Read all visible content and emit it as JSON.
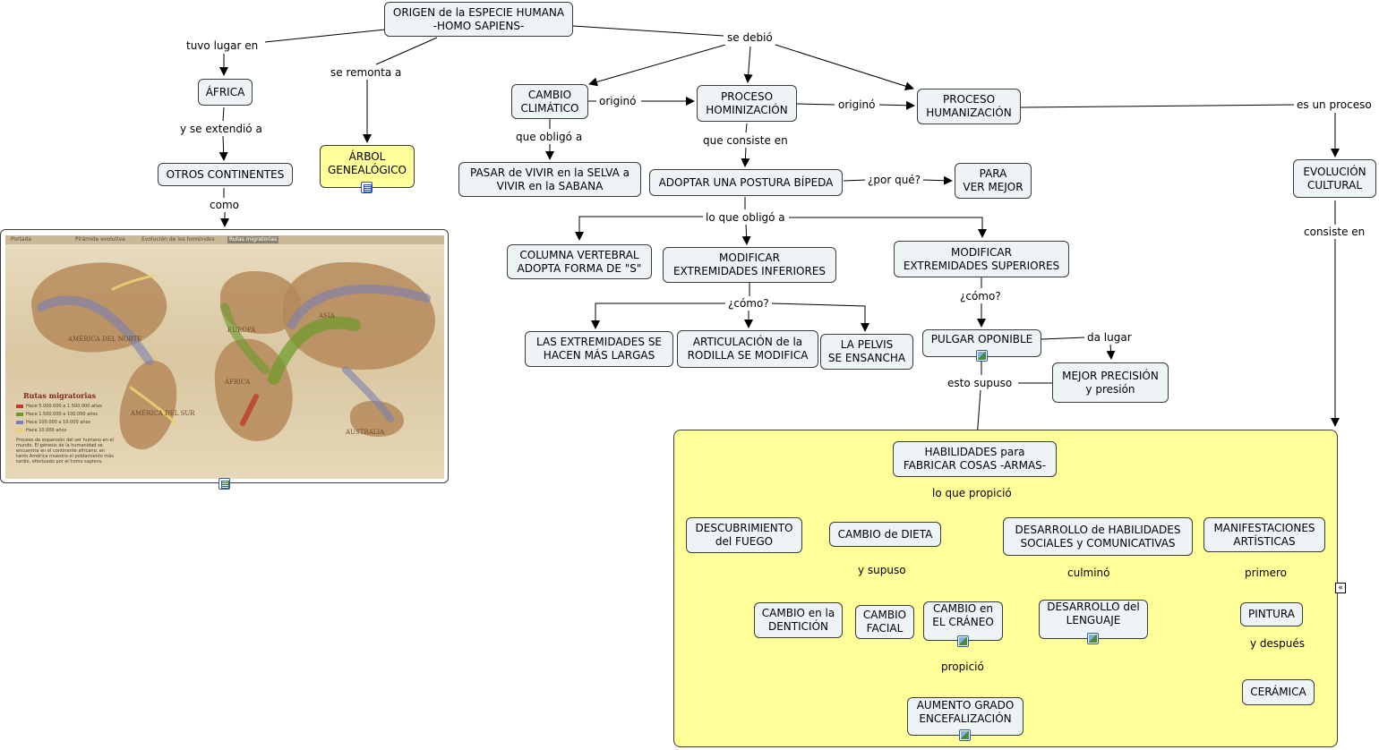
{
  "nodes": {
    "origen": "ORIGEN de la ESPECIE HUMANA\n-HOMO SAPIENS-",
    "africa": "ÁFRICA",
    "otros": "OTROS CONTINENTES",
    "arbol": "ÁRBOL\nGENEALÓGICO",
    "cambio_climatico": "CAMBIO\nCLIMÁTICO",
    "hominizacion": "PROCESO\nHOMINIZACIÓN",
    "humanizacion": "PROCESO\nHUMANIZACIÓN",
    "selva": "PASAR de VIVIR en la SELVA a\nVIVIR en la SABANA",
    "bipeda": "ADOPTAR UNA POSTURA BÍPEDA",
    "ver": "PARA\nVER MEJOR",
    "evolucion": "EVOLUCIÓN\nCULTURAL",
    "columna": "COLUMNA VERTEBRAL\nADOPTA FORMA DE \"S\"",
    "inferiores": "MODIFICAR\nEXTREMIDADES INFERIORES",
    "superiores": "MODIFICAR\nEXTREMIDADES SUPERIORES",
    "largas": "LAS EXTREMIDADES SE\nHACEN MÁS LARGAS",
    "rodilla": "ARTICULACIÓN de la\nRODILLA SE MODIFICA",
    "pelvis": "LA PELVIS\nSE ENSANCHA",
    "pulgar": "PULGAR OPONIBLE",
    "precision": "MEJOR PRECISIÓN\ny presión",
    "habilidades": "HABILIDADES para\nFABRICAR COSAS -ARMAS-",
    "fuego": "DESCUBRIMIENTO\ndel FUEGO",
    "dieta": "CAMBIO de DIETA",
    "sociales": "DESARROLLO de HABILIDADES\nSOCIALES y COMUNICATIVAS",
    "artisticas": "MANIFESTACIONES\nARTÍSTICAS",
    "denticion": "CAMBIO en la\nDENTICIÓN",
    "facial": "CAMBIO\nFACIAL",
    "craneo": "CAMBIO en\nEL CRÁNEO",
    "lenguaje": "DESARROLLO del\nLENGUAJE",
    "pintura": "PINTURA",
    "ceramica": "CERÁMICA",
    "encefalizacion": "AUMENTO GRADO\nENCEFALIZACIÓN"
  },
  "links": {
    "tuvo_lugar": "tuvo lugar en",
    "remonta": "se remonta a",
    "se_debio": "se debió",
    "extendio": "y se extendió a",
    "como": "como",
    "origino_1": "originó",
    "origino_2": "originó",
    "obligo_a": "que obligó a",
    "consiste_en": "que consiste en",
    "por_que": "¿por qué?",
    "es_proceso": "es un proceso",
    "obligo_lo": "lo que obligó a",
    "consiste_en_2": "consiste en",
    "como_1": "¿cómo?",
    "como_2": "¿cómo?",
    "da_lugar": "da lugar",
    "supuso": "esto supuso",
    "propicio_1": "lo que propició",
    "y_supuso": "y supuso",
    "culmino": "culminó",
    "primero": "primero",
    "despues": "y después",
    "propicio_2": "propició"
  },
  "map": {
    "tabs": [
      "Portada",
      "Pirámide evolutiva",
      "Evolución de los homínidos",
      "Rutas migratorias"
    ],
    "labels": [
      "AMÉRICA DEL NORTE",
      "EUROPA",
      "ASIA",
      "ÁFRICA",
      "AMÉRICA DEL SUR",
      "AUSTRALIA"
    ],
    "legend_title": "Rutas migratorias",
    "legend": [
      {
        "text": "Hace 5.000.000 a 1.500.000 años",
        "color": "#c0392b"
      },
      {
        "text": "Hace 1.500.000 a 100.000 años",
        "color": "#6a9a2a"
      },
      {
        "text": "Hace 100.000 a 10.000 años",
        "color": "#7a7fb0"
      },
      {
        "text": "Hace 10.000 años",
        "color": "#e8d070"
      }
    ],
    "caption": "Proceso de expansión del ser humano en el mundo. El génesis de la humanidad se encuentra en el continente africano, en tanto América muestra el poblamiento más tardío, efectuado por el homo sapiens."
  },
  "colors": {
    "node_fill": "#eef3f6",
    "highlight_fill": "#ffff99",
    "line": "#000000",
    "icon": "#2b5aa3"
  },
  "icons": [
    "document-icon",
    "image-icon",
    "collapse-icon"
  ]
}
